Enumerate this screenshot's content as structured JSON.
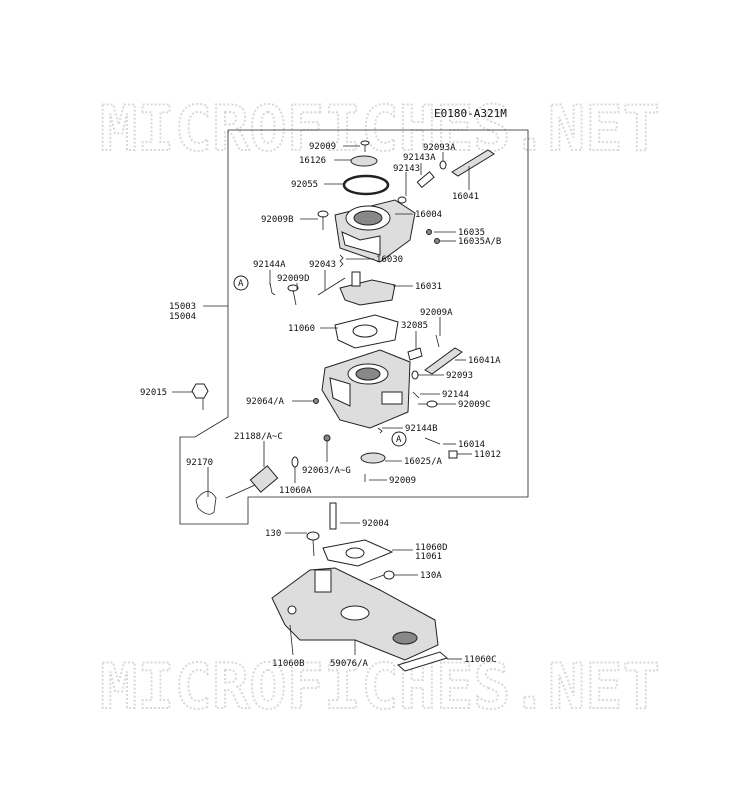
{
  "diagram_code": "E0180-A321M",
  "watermark": "MICROFICHES.NET",
  "ref_marker": "A",
  "labels": {
    "l92009_top": "92009",
    "l16126": "16126",
    "l92143A": "92143A",
    "l92093A": "92093A",
    "l92143": "92143",
    "l92055": "92055",
    "l16041": "16041",
    "l92009B": "92009B",
    "l16004": "16004",
    "l16035": "16035",
    "l16035AB": "16035A/B",
    "l92043": "92043",
    "l16030": "16030",
    "l92144A": "92144A",
    "l92009D": "92009D",
    "l16031": "16031",
    "l15003": "15003",
    "l15004": "15004",
    "l32085": "32085",
    "l92009A": "92009A",
    "l11060": "11060",
    "l16041A": "16041A",
    "l92093": "92093",
    "l92015": "92015",
    "l92144": "92144",
    "l92064A": "92064/A",
    "l92009C": "92009C",
    "l92144B": "92144B",
    "l21188": "21188/A~C",
    "l16014": "16014",
    "l92170": "92170",
    "l92063": "92063/A~G",
    "l16025A": "16025/A",
    "l11012": "11012",
    "l11060A": "11060A",
    "l92009_bot": "92009",
    "l92004": "92004",
    "l130": "130",
    "l11060D": "11060D",
    "l11061": "11061",
    "l130A": "130A",
    "l11060B": "11060B",
    "l59076": "59076/A",
    "l11060C": "11060C"
  }
}
